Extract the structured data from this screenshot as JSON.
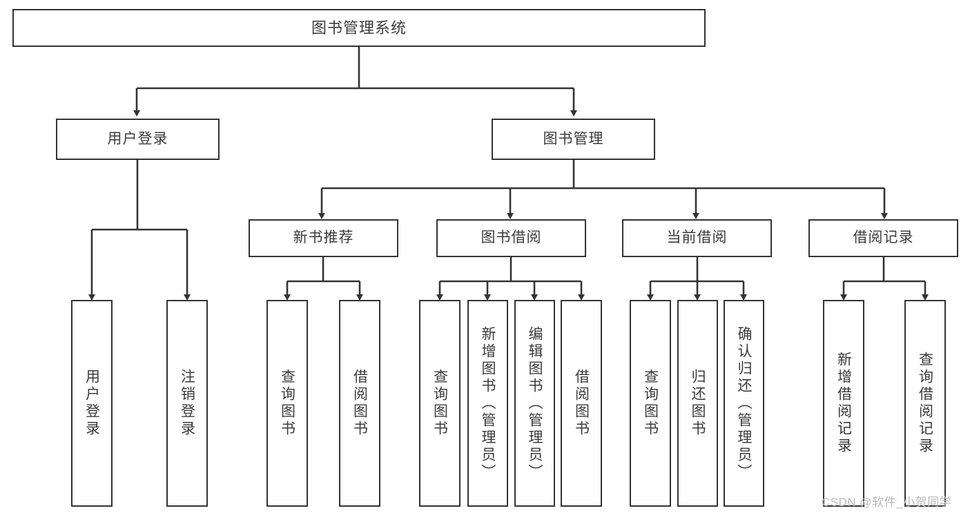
{
  "diagram": {
    "title": "图书管理系统",
    "type": "tree",
    "watermark": "CSDN @软件_小贺同学",
    "stroke_color": "#333333",
    "text_color": "#3b3b3b",
    "background_color": "#ffffff"
  },
  "nodes": {
    "root": {
      "label": "图书管理系统"
    },
    "level1": [
      {
        "id": "user-login",
        "label": "用户登录"
      },
      {
        "id": "book-manage",
        "label": "图书管理"
      }
    ],
    "level2": [
      {
        "id": "new-book-recommend",
        "label": "新书推荐"
      },
      {
        "id": "book-borrow",
        "label": "图书借阅"
      },
      {
        "id": "current-borrow",
        "label": "当前借阅"
      },
      {
        "id": "borrow-record",
        "label": "借阅记录"
      }
    ],
    "leaves": {
      "user_login": [
        {
          "id": "leaf-user-login",
          "label": "用户登录"
        },
        {
          "id": "leaf-logout-login",
          "label": "注销登录"
        }
      ],
      "new_book_recommend": [
        {
          "id": "leaf-query-book-1",
          "label": "查询图书"
        },
        {
          "id": "leaf-borrow-book-1",
          "label": "借阅图书"
        }
      ],
      "book_borrow": [
        {
          "id": "leaf-query-book-2",
          "label": "查询图书"
        },
        {
          "id": "leaf-add-book-admin",
          "label": "新增图书（管理员）"
        },
        {
          "id": "leaf-edit-book-admin",
          "label": "编辑图书（管理员）"
        },
        {
          "id": "leaf-borrow-book-2",
          "label": "借阅图书"
        }
      ],
      "current_borrow": [
        {
          "id": "leaf-query-book-3",
          "label": "查询图书"
        },
        {
          "id": "leaf-return-book",
          "label": "归还图书"
        },
        {
          "id": "leaf-confirm-return-admin",
          "label": "确认归还（管理员）"
        }
      ],
      "borrow_record": [
        {
          "id": "leaf-add-borrow-record",
          "label": "新增借阅记录"
        },
        {
          "id": "leaf-query-borrow-record",
          "label": "查询借阅记录"
        }
      ]
    }
  }
}
